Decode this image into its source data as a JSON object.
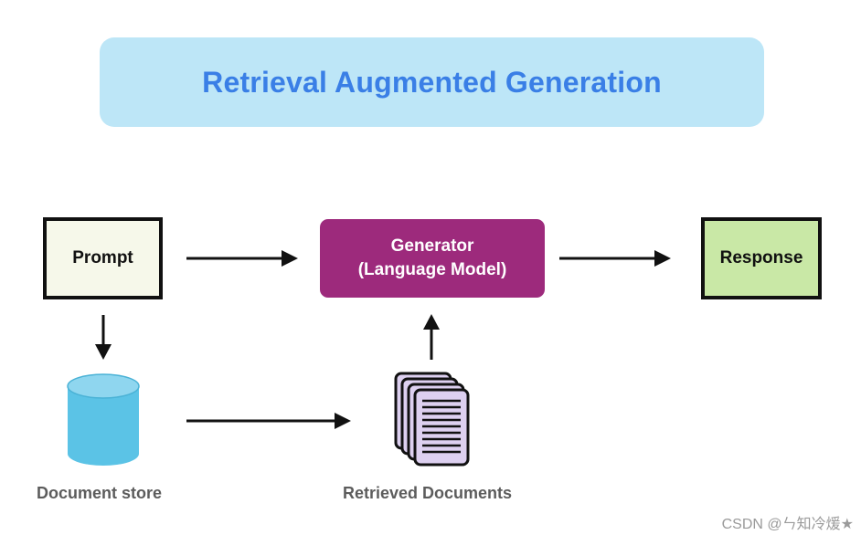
{
  "title": "Retrieval Augmented Generation",
  "nodes": {
    "prompt": "Prompt",
    "generator_line1": "Generator",
    "generator_line2": "(Language Model)",
    "response": "Response",
    "document_store": "Document store",
    "retrieved_documents": "Retrieved Documents"
  },
  "watermark": "CSDN @ㄣ知冷煖★",
  "colors": {
    "title_banner": "#bde6f7",
    "title_text": "#3a7fe6",
    "generator": "#9d2a7c",
    "prompt_fill": "#f6f8ea",
    "response_fill": "#c9e8a6",
    "database": "#5bc3e6",
    "documents": "#ddd0f0"
  },
  "icons": {
    "document_store": "database-cylinder-icon",
    "retrieved_documents": "document-stack-icon"
  }
}
